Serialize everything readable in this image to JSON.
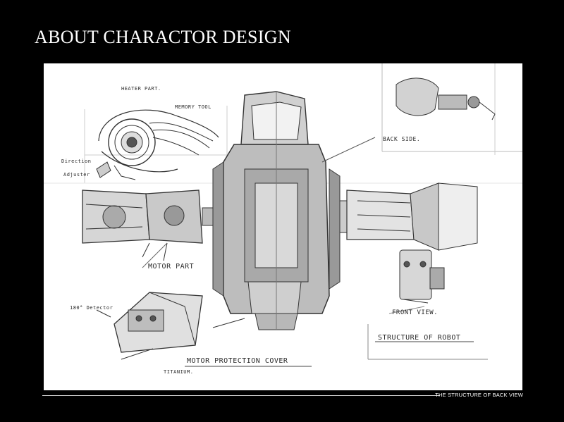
{
  "slide": {
    "title": "ABOUT CHARACTOR DESIGN",
    "footer_caption": "THE STRUCTURE OF BACK VIEW"
  },
  "sketch_labels": {
    "heater_part": "HEATER PART.",
    "memory_tool": "MEMORY TOOL",
    "direction": "Direction",
    "adjuster": "Adjuster",
    "back_side": "BACK SIDE.",
    "motor_part": "MOTOR PART",
    "deg_detector": "180° Detector",
    "front_view": "FRONT VIEW.",
    "structure_of_robot": "STRUCTURE OF ROBOT",
    "motor_protection_cover": "MOTOR PROTECTION COVER",
    "titanium": "TITANIUM."
  },
  "colors": {
    "background": "#000000",
    "sheet": "#ffffff",
    "ink": "#2a2a2a"
  }
}
